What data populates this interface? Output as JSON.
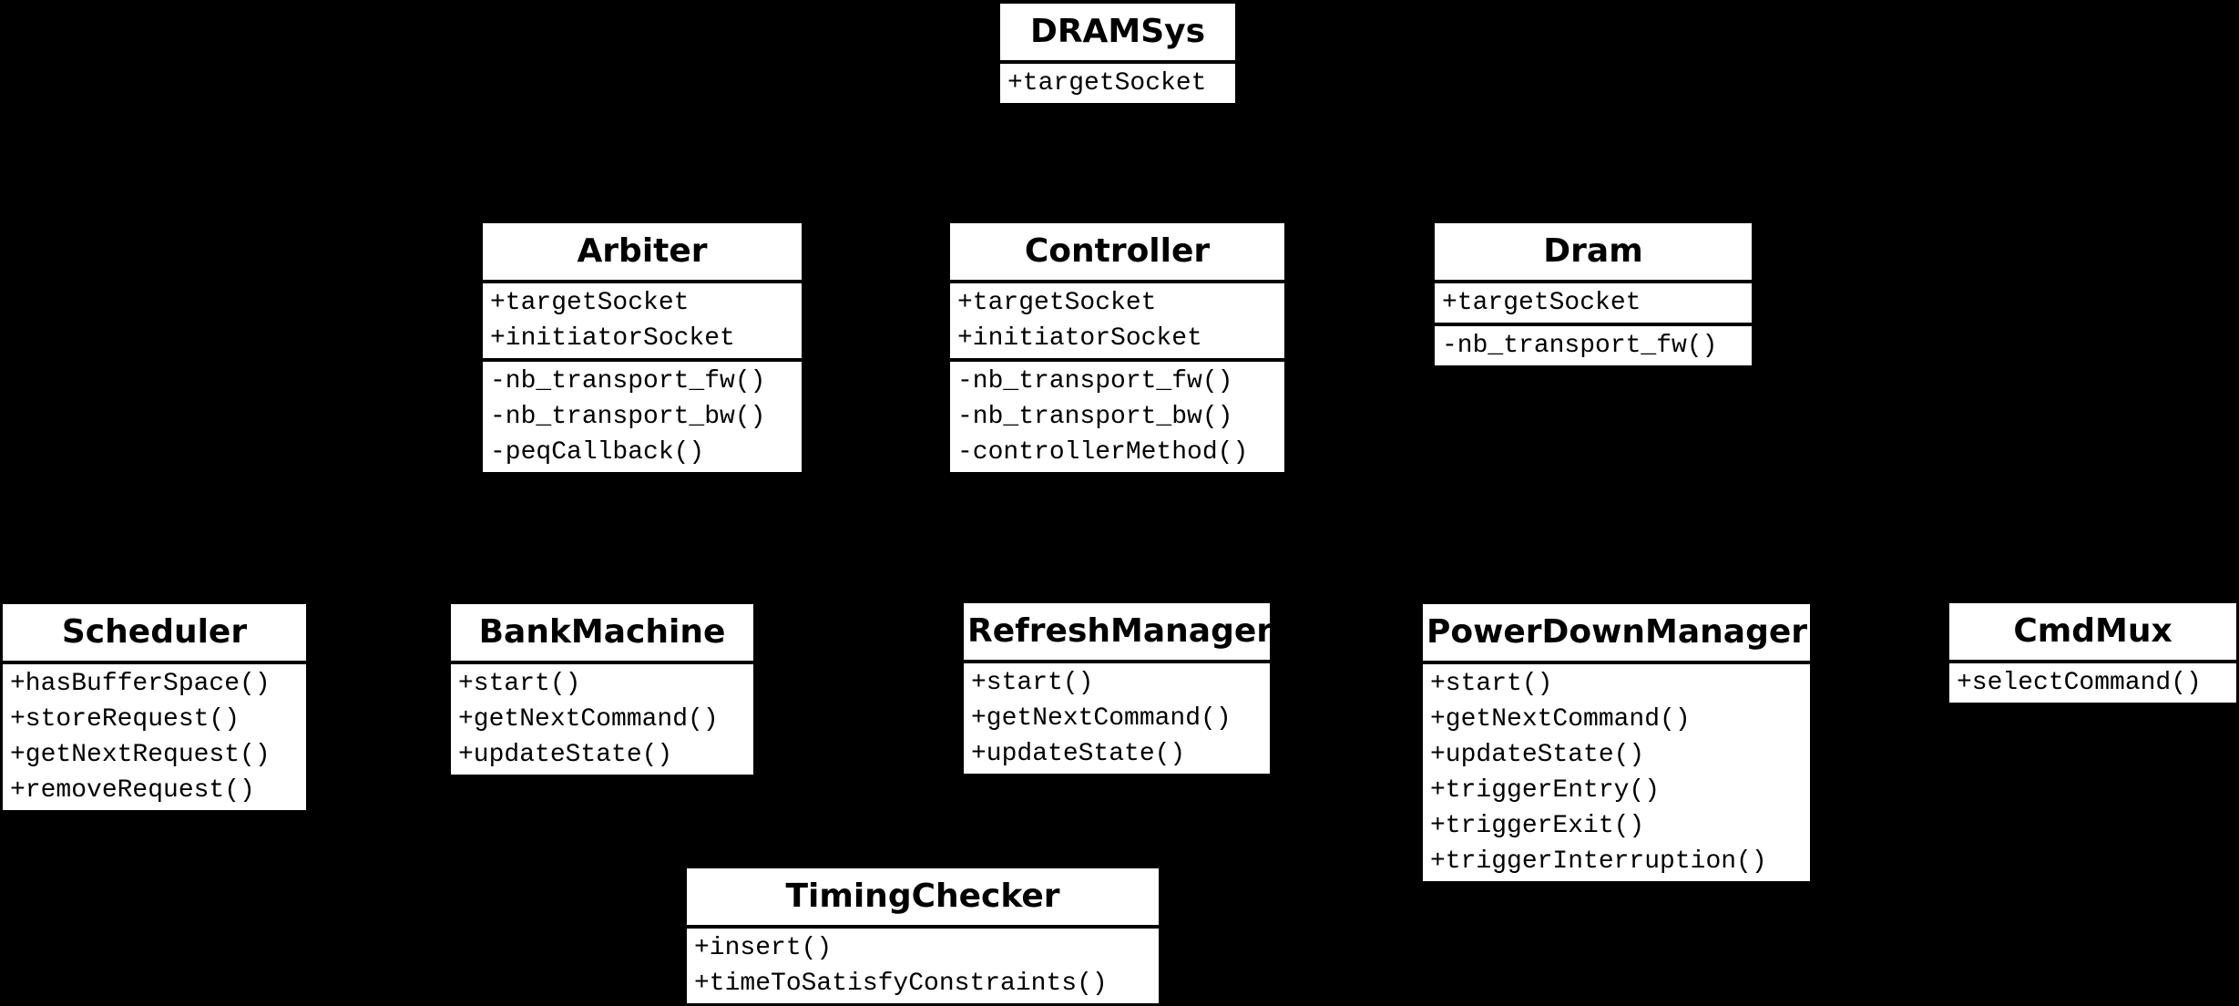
{
  "diagram": {
    "type": "uml-class-diagram",
    "background_color": "#000000",
    "box_fill_color": "#ffffff",
    "box_text_color": "#000000",
    "classes": [
      {
        "id": "dramsys",
        "name": "DRAMSys",
        "attributes": [
          "+targetSocket"
        ],
        "methods": []
      },
      {
        "id": "arbiter",
        "name": "Arbiter",
        "attributes": [
          "+targetSocket",
          "+initiatorSocket"
        ],
        "methods": [
          "-nb_transport_fw()",
          "-nb_transport_bw()",
          "-peqCallback()"
        ]
      },
      {
        "id": "controller",
        "name": "Controller",
        "attributes": [
          "+targetSocket",
          "+initiatorSocket"
        ],
        "methods": [
          "-nb_transport_fw()",
          "-nb_transport_bw()",
          "-controllerMethod()"
        ]
      },
      {
        "id": "dram",
        "name": "Dram",
        "attributes": [
          "+targetSocket"
        ],
        "methods": [
          "-nb_transport_fw()"
        ]
      },
      {
        "id": "scheduler",
        "name": "Scheduler",
        "attributes": [],
        "methods": [
          "+hasBufferSpace()",
          "+storeRequest()",
          "+getNextRequest()",
          "+removeRequest()"
        ]
      },
      {
        "id": "bankmachine",
        "name": "BankMachine",
        "attributes": [],
        "methods": [
          "+start()",
          "+getNextCommand()",
          "+updateState()"
        ]
      },
      {
        "id": "refreshmanager",
        "name": "RefreshManager",
        "attributes": [],
        "methods": [
          "+start()",
          "+getNextCommand()",
          "+updateState()"
        ]
      },
      {
        "id": "powerdownmanager",
        "name": "PowerDownManager",
        "attributes": [],
        "methods": [
          "+start()",
          "+getNextCommand()",
          "+updateState()",
          "+triggerEntry()",
          "+triggerExit()",
          "+triggerInterruption()"
        ]
      },
      {
        "id": "cmdmux",
        "name": "CmdMux",
        "attributes": [],
        "methods": [
          "+selectCommand()"
        ]
      },
      {
        "id": "timingchecker",
        "name": "TimingChecker",
        "attributes": [],
        "methods": [
          "+insert()",
          "+timeToSatisfyConstraints()"
        ]
      }
    ]
  }
}
